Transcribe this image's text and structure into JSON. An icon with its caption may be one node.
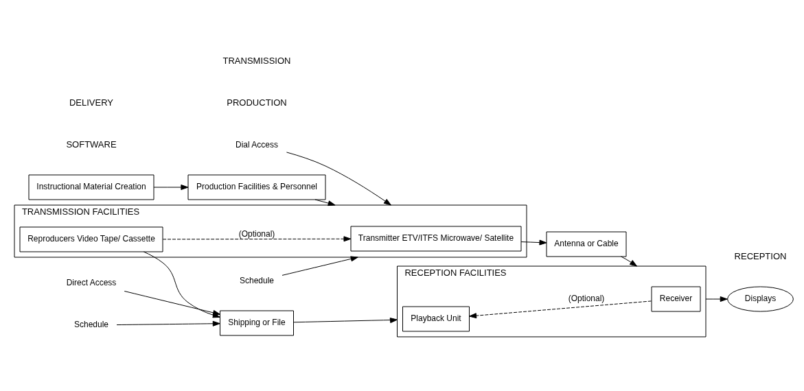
{
  "diagram": {
    "nodes": [
      {
        "text": [
          "Instructional Material Creation"
        ]
      },
      {
        "text": [
          "Production Facilities & Personnel"
        ]
      },
      {
        "text": [
          "TRANSMISSION FACILITIES"
        ]
      },
      {
        "text": [
          "Transmitter ETV/ITFS Microwave/ Satellite"
        ],
        "in": 2
      },
      {
        "text": [
          "Reproducers Video Tape/ Cassette"
        ],
        "in": 2
      },
      {
        "text": [
          "Antenna or Cable"
        ]
      },
      {
        "text": [
          "Shipping or File"
        ]
      },
      {
        "text": [
          "RECEPTION FACILITIES"
        ]
      },
      {
        "text": [
          "Receiver"
        ],
        "in": 7
      },
      {
        "text": [
          "Playback Unit"
        ],
        "in": 7
      },
      {
        "text": [
          "Displays"
        ]
      },
      {
        "text": [
          "Schedule"
        ]
      },
      {
        "text": [
          "Dial Access"
        ]
      },
      {
        "text": [
          "Direct Access"
        ]
      },
      {
        "text": [
          "Schedule"
        ]
      }
    ],
    "edges": [
      {
        "from": 0,
        "to": 1,
        "arrow": "to"
      },
      {
        "from": 1,
        "to": 2,
        "arrow": "to"
      },
      {
        "from": 11,
        "to": 2,
        "arrow": "to"
      },
      {
        "from": 12,
        "to": 2,
        "arrow": "to"
      },
      {
        "from": 4,
        "to": 3,
        "arrow": "to",
        "label": "(Optional)",
        "style": "dashed"
      },
      {
        "from": 3,
        "to": 5,
        "arrow": "to"
      },
      {
        "from": 4,
        "to": 6,
        "arrow": "to"
      },
      {
        "from": 13,
        "to": 6,
        "arrow": "to"
      },
      {
        "from": 14,
        "to": 6,
        "arrow": "to"
      },
      {
        "from": 5,
        "to": 7,
        "arrow": "to"
      },
      {
        "from": 6,
        "to": 7,
        "arrow": "to"
      },
      {
        "from": 8,
        "to": 9,
        "arrow": "to",
        "label": "(Optional)",
        "style": "dashed"
      },
      {
        "from": 7,
        "to": 10,
        "arrow": "to"
      }
    ],
    "labels": [
      "SOFTWARE",
      "PRODUCTION",
      "TRANSMISSION",
      "DELIVERY",
      "RECEPTION"
    ]
  }
}
